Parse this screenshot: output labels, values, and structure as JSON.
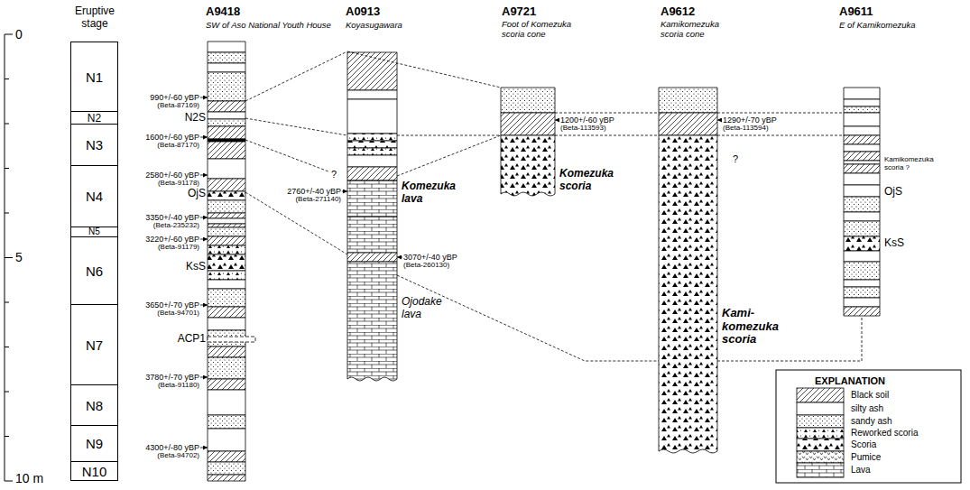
{
  "diagram": {
    "nodes": [
      {
        "text": [
          "N1"
        ]
      },
      {
        "text": [
          "N2"
        ]
      },
      {
        "text": [
          "N3"
        ]
      },
      {
        "text": [
          "N4"
        ]
      },
      {
        "text": [
          "N5"
        ]
      },
      {
        "text": [
          "N6"
        ]
      },
      {
        "text": [
          "N7"
        ]
      },
      {
        "text": [
          "N8"
        ]
      },
      {
        "text": [
          "N9"
        ]
      },
      {
        "text": [
          "N10"
        ]
      }
    ],
    "labels": [
      "0",
      "5",
      "10 m",
      "Eruptive stage",
      "A9418",
      "SW of Aso National Youth House",
      "A0913",
      "Koyasugawara",
      "A9721",
      "Foot of Komezuka scoria cone",
      "A9612",
      "Kamikomezuka scoria cone",
      "A9611",
      "E of Kamikomezuka",
      "990+/-60 yBP",
      "(Beta-87169)",
      "N2S",
      "1600+/-60 yBP",
      "(Beta-87170)",
      "2580+/-60 yBP",
      "(Beta-91178)",
      "OjS",
      "3350+/-40 yBP",
      "(Beta-235232)",
      "3220+/-60 yBP",
      "(Beta-91179)",
      "KsS",
      "3650+/-70 yBP",
      "(Beta-94701)",
      "ACP1",
      "3780+/-70 yBP",
      "(Beta-91180)",
      "4300+/-80 yBP",
      "(Beta-94702)",
      "?",
      "2760+/-40 yBP",
      "(Beta-271140)",
      "Komezuka lava",
      "3070+/-40 yBP",
      "(Beta-260130)",
      "Ojodake lava",
      "1200+/-60 yBP",
      "(Beta-113593)",
      "Komezuka scoria",
      "1290+/-70 yBP",
      "(Beta-113594)",
      "Kami- komezuka scoria",
      "?",
      "Kamikomezuka scoria ?",
      "OjS",
      "KsS",
      "EXPLANATION"
    ],
    "legend": [
      {
        "text": "Black soil"
      },
      {
        "text": "silty ash",
        "color": "#ffffff"
      },
      {
        "text": "sandy ash"
      },
      {
        "text": "Reworked scoria"
      },
      {
        "text": "Scoria"
      },
      {
        "text": "Pumice"
      },
      {
        "text": "Lava"
      }
    ]
  }
}
